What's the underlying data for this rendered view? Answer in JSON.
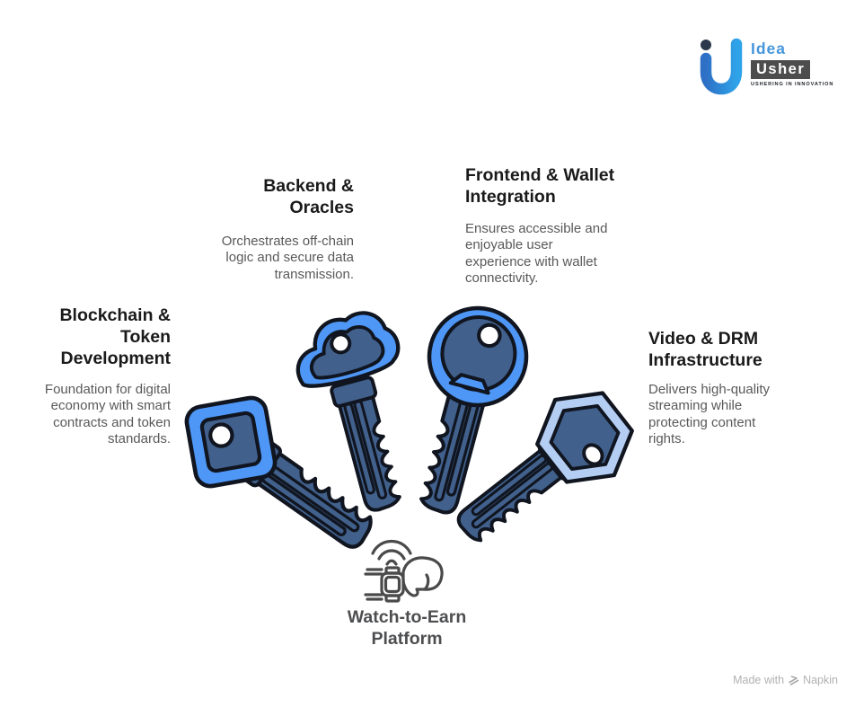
{
  "logo": {
    "brand_top": "Idea",
    "brand_bottom": "Usher",
    "tagline": "USHERING IN INNOVATION"
  },
  "center": {
    "title": "Watch-to-Earn\nPlatform",
    "icon": "smartwatch-signal-icon"
  },
  "nodes": [
    {
      "id": "blockchain",
      "title": "Blockchain &\nToken\nDevelopment",
      "description": "Foundation for digital\neconomy with smart\ncontracts and token\nstandards.",
      "align": "right",
      "key_icon": "square-head-key-icon"
    },
    {
      "id": "backend",
      "title": "Backend &\nOracles",
      "description": "Orchestrates off-chain\nlogic and secure data\ntransmission.",
      "align": "right",
      "key_icon": "cloud-head-key-icon"
    },
    {
      "id": "frontend",
      "title": "Frontend & Wallet\nIntegration",
      "description": "Ensures accessible and\nenjoyable user\nexperience with wallet\nconnectivity.",
      "align": "left",
      "key_icon": "round-head-key-icon"
    },
    {
      "id": "video",
      "title": "Video & DRM\nInfrastructure",
      "description": "Delivers high-quality\nstreaming while\nprotecting content\nrights.",
      "align": "left",
      "key_icon": "hexagon-head-key-icon"
    }
  ],
  "footer": {
    "credit_prefix": "Made with",
    "credit_brand": "Napkin",
    "credit_icon": "napkin-logo-icon"
  },
  "colors": {
    "key_blue_bright": "#4E97F7",
    "key_blue_pale": "#B3CDF3",
    "key_fill_dark": "#41608C",
    "key_outline": "#10151F",
    "heading_text": "#1A1A1A",
    "body_text": "#595959",
    "center_text": "#4D4E50",
    "icon_stroke": "#4A4A4A",
    "credit_text": "#B1B1B1",
    "logo_idea_blue": "#4696DB",
    "logo_box_gray": "#4D4D4D",
    "logo_u_dark": "#2E70C5",
    "logo_u_light": "#2FA3E9",
    "logo_dot_navy": "#2C394C"
  }
}
